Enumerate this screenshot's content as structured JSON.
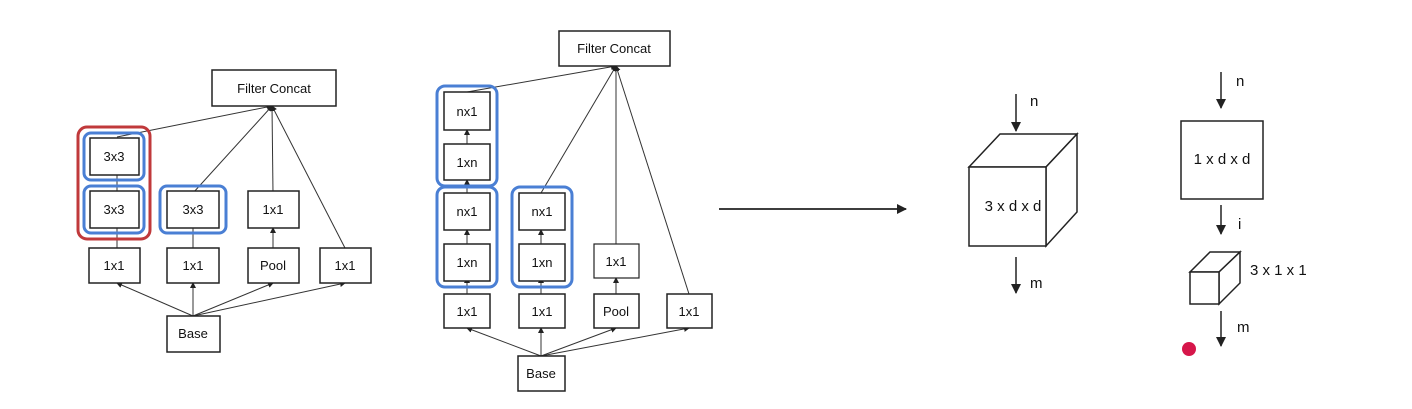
{
  "diagram_left": {
    "concat": "Filter Concat",
    "base": "Base",
    "branch1": {
      "top": "3x3",
      "mid": "3x3",
      "bottom": "1x1"
    },
    "branch2": {
      "top": "3x3",
      "bottom": "1x1"
    },
    "branch3": {
      "top": "1x1",
      "bottom": "Pool"
    },
    "branch4": {
      "bottom": "1x1"
    }
  },
  "diagram_middle": {
    "concat": "Filter Concat",
    "base": "Base",
    "branch1": {
      "b1": "nx1",
      "b2": "1xn",
      "b3": "nx1",
      "b4": "1xn",
      "b5": "1x1"
    },
    "branch2": {
      "b1": "nx1",
      "b2": "1xn",
      "b3": "1x1"
    },
    "branch3": {
      "b1": "1x1",
      "b2": "Pool"
    },
    "branch4": {
      "b1": "1x1"
    }
  },
  "cube_big": {
    "label": "3 x d x d",
    "in": "n",
    "out": "m"
  },
  "factored": {
    "top_label": "1 x d x d",
    "n": "n",
    "i": "i",
    "small_label": "3 x 1 x 1",
    "m": "m"
  },
  "colors": {
    "red": "#c0393b",
    "blue": "#4a7fd4",
    "dot": "#d6164a",
    "line": "#222222"
  }
}
